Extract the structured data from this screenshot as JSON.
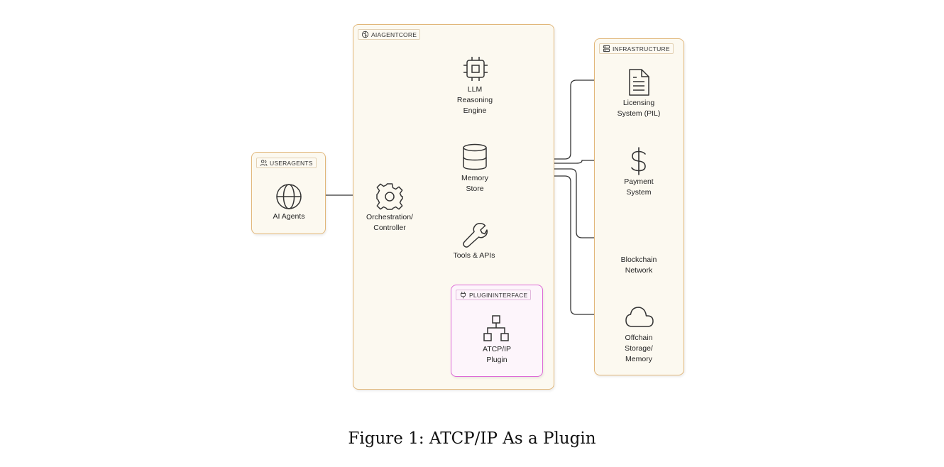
{
  "groups": {
    "useragents": "USERAGENTS",
    "aiagentcore": "AIAGENTCORE",
    "plugininterface": "PLUGININTERFACE",
    "infrastructure": "INFRASTRUCTURE"
  },
  "nodes": {
    "ai_agents": "AI Agents",
    "orchestration": "Orchestration/\nController",
    "llm": "LLM\nReasoning\nEngine",
    "memory": "Memory\nStore",
    "tools": "Tools & APIs",
    "plugin": "ATCP/IP\nPlugin",
    "licensing": "Licensing\nSystem (PIL)",
    "payment": "Payment\nSystem",
    "blockchain": "Blockchain\nNetwork",
    "offchain": "Offchain\nStorage/\nMemory"
  },
  "icons": {
    "ai_agents": "globe-icon",
    "orchestration": "gear-icon",
    "llm": "cpu-icon",
    "memory": "database-icon",
    "tools": "wrench-icon",
    "plugin": "network-icon",
    "licensing": "document-icon",
    "payment": "dollar-icon",
    "offchain": "cloud-icon"
  },
  "caption": "Figure 1: ATCP/IP As a Plugin"
}
